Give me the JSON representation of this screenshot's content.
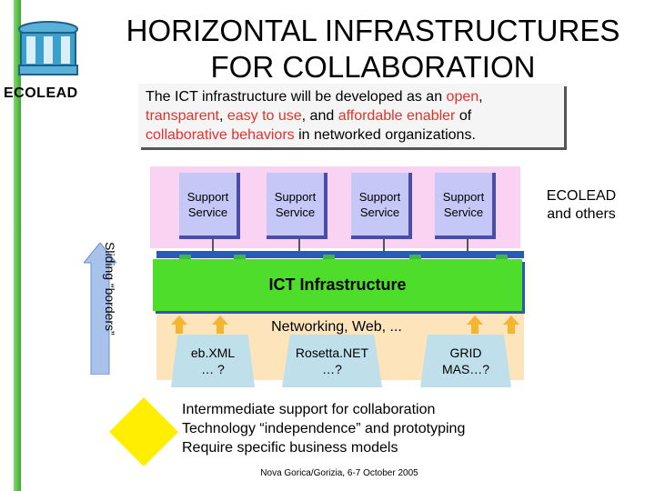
{
  "header": {
    "title_line1": "HORIZONTAL INFRASTRUCTURES",
    "title_line2": "FOR COLLABORATION",
    "logo_text": "ECOLEAD"
  },
  "intro": {
    "p1": "The ICT infrastructure will be developed as an ",
    "open": "open",
    "p2": ",",
    "transparent": "transparent",
    "p3": ", ",
    "easy": "easy to use",
    "p4": ", and ",
    "affordable": "affordable enabler",
    "p5": " of",
    "collab": "collaborative behaviors",
    "p6": " in networked organizations."
  },
  "services": [
    {
      "line1": "Support",
      "line2": "Service"
    },
    {
      "line1": "Support",
      "line2": "Service"
    },
    {
      "line1": "Support",
      "line2": "Service"
    },
    {
      "line1": "Support",
      "line2": "Service"
    }
  ],
  "ecolead_others": {
    "line1": "ECOLEAD",
    "line2": "and others"
  },
  "ict_label": "ICT Infrastructure",
  "networking_label": "Networking, Web, ...",
  "tabs": [
    {
      "line1": "eb.XML",
      "line2": "… ?"
    },
    {
      "line1": "Rosetta.NET",
      "line2": "…?"
    },
    {
      "line1": "GRID",
      "line2": "MAS…?"
    }
  ],
  "sliding_label": "Sliding “borders”",
  "notes": [
    "Intermmediate support for collaboration",
    "Technology “independence” and prototyping",
    "Require specific business models"
  ],
  "footer": "Nova Gorica/Gorizia, 6-7 October 2005",
  "colors": {
    "accent_red": "#e3322b",
    "ict_green": "#4ddd2a",
    "service_blue": "#c5c7f6",
    "diamond_yellow": "#ffee00",
    "slide_arrow": "#a9c2ec"
  }
}
